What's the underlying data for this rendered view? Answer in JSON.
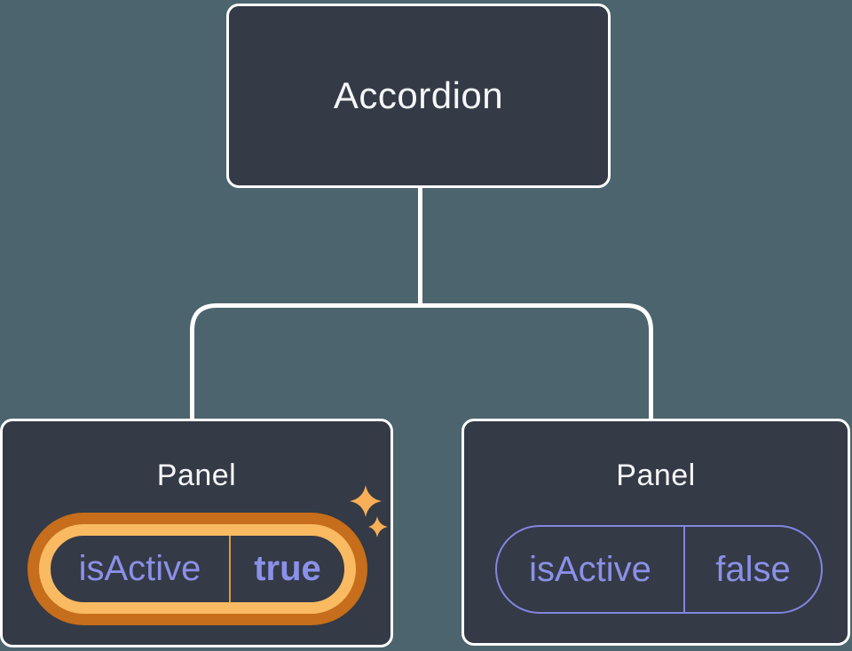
{
  "diagram": {
    "root": {
      "label": "Accordion"
    },
    "children": [
      {
        "label": "Panel",
        "prop": {
          "name": "isActive",
          "value": "true"
        },
        "highlighted": true
      },
      {
        "label": "Panel",
        "prop": {
          "name": "isActive",
          "value": "false"
        },
        "highlighted": false
      }
    ]
  },
  "icons": {
    "sparkles": "four-point-star-sparkles"
  },
  "colors": {
    "bg": "#4C646D",
    "card": "#343A46",
    "cardBorder": "#FFFFFF",
    "connector": "#FFFFFF",
    "textPrimary": "#F6F7F9",
    "propPurple": "#8B90E8",
    "pillOutline": "#8286E0",
    "ringInner": "#F9BA62",
    "ringOuter": "#C66E1B",
    "dividerActive": "#DB9A48",
    "sparkle": "#F9AE58"
  }
}
